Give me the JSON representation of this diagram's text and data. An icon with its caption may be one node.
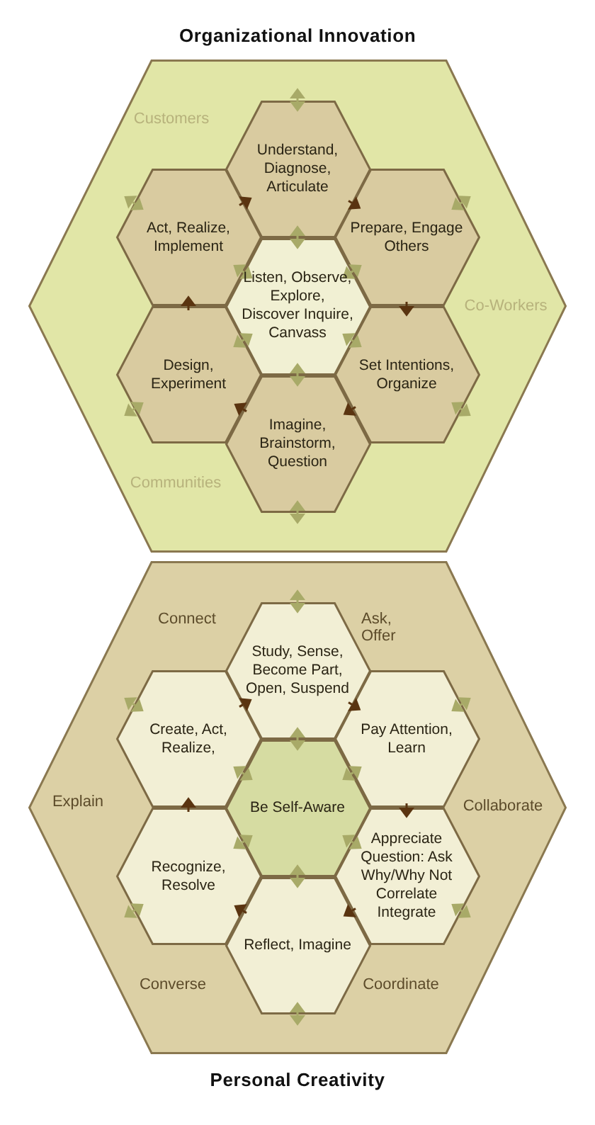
{
  "diagram": {
    "nodes": [
      {
        "text": [
          "Organizational Innovation",
          "Customers",
          "Co-Workers",
          "Communities"
        ]
      },
      {
        "text": [
          "Understand, Diagnose, Articulate"
        ],
        "in": 0
      },
      {
        "text": [
          "Act, Realize, Implement"
        ],
        "in": 0
      },
      {
        "text": [
          "Prepare, Engage Others"
        ],
        "in": 0
      },
      {
        "text": [
          "Listen, Observe, Explore, Discover Inquire, Canvass"
        ],
        "in": 0
      },
      {
        "text": [
          "Design, Experiment"
        ],
        "in": 0
      },
      {
        "text": [
          "Set Intentions, Organize"
        ],
        "in": 0
      },
      {
        "text": [
          "Imagine, Brainstorm, Question"
        ],
        "in": 0
      },
      {
        "text": [
          "Connect",
          "Ask, Offer",
          "Explain",
          "Collaborate",
          "Converse",
          "Coordinate",
          "Personal Creativity"
        ]
      },
      {
        "text": [
          "Study, Sense, Become Part, Open, Suspend"
        ],
        "in": 8
      },
      {
        "text": [
          "Create, Act, Realize,"
        ],
        "in": 8
      },
      {
        "text": [
          "Pay Attention, Learn"
        ],
        "in": 8
      },
      {
        "text": [
          "Be Self-Aware"
        ],
        "in": 8
      },
      {
        "text": [
          "Recognize, Resolve"
        ],
        "in": 8
      },
      {
        "text": [
          "Appreciate Question: Ask Why/Why Not Correlate Integrate"
        ],
        "in": 8
      },
      {
        "text": [
          "Reflect, Imagine"
        ],
        "in": 8
      }
    ],
    "edges": [
      {
        "from": 1,
        "to": 3,
        "arrow": "to",
        "color": "#5a3410"
      },
      {
        "from": 3,
        "to": 6,
        "arrow": "to",
        "color": "#5a3410"
      },
      {
        "from": 6,
        "to": 7,
        "arrow": "to",
        "color": "#5a3410"
      },
      {
        "from": 7,
        "to": 5,
        "arrow": "to",
        "color": "#5a3410"
      },
      {
        "from": 5,
        "to": 2,
        "arrow": "to",
        "color": "#5a3410"
      },
      {
        "from": 2,
        "to": 1,
        "arrow": "to",
        "color": "#5a3410"
      },
      {
        "from": 4,
        "to": 1,
        "arrow": "both"
      },
      {
        "from": 4,
        "to": 2,
        "arrow": "both"
      },
      {
        "from": 4,
        "to": 3,
        "arrow": "both"
      },
      {
        "from": 4,
        "to": 5,
        "arrow": "both"
      },
      {
        "from": 4,
        "to": 6,
        "arrow": "both"
      },
      {
        "from": 4,
        "to": 7,
        "arrow": "both"
      },
      {
        "from": 1,
        "to": null,
        "arrow": "both"
      },
      {
        "from": 2,
        "to": null,
        "arrow": "both"
      },
      {
        "from": 3,
        "to": null,
        "arrow": "both"
      },
      {
        "from": 5,
        "to": null,
        "arrow": "both"
      },
      {
        "from": 6,
        "to": null,
        "arrow": "both"
      },
      {
        "from": 7,
        "to": null,
        "arrow": "both"
      },
      {
        "from": 9,
        "to": 11,
        "arrow": "to",
        "color": "#5a3410"
      },
      {
        "from": 11,
        "to": 14,
        "arrow": "to",
        "color": "#5a3410"
      },
      {
        "from": 14,
        "to": 15,
        "arrow": "to",
        "color": "#5a3410"
      },
      {
        "from": 15,
        "to": 13,
        "arrow": "to",
        "color": "#5a3410"
      },
      {
        "from": 13,
        "to": 10,
        "arrow": "to",
        "color": "#5a3410"
      },
      {
        "from": 10,
        "to": 9,
        "arrow": "to",
        "color": "#5a3410"
      },
      {
        "from": 12,
        "to": 9,
        "arrow": "both"
      },
      {
        "from": 12,
        "to": 10,
        "arrow": "both"
      },
      {
        "from": 12,
        "to": 11,
        "arrow": "both"
      },
      {
        "from": 12,
        "to": 13,
        "arrow": "both"
      },
      {
        "from": 12,
        "to": 14,
        "arrow": "both"
      },
      {
        "from": 12,
        "to": 15,
        "arrow": "both"
      },
      {
        "from": 9,
        "to": null,
        "arrow": "both"
      },
      {
        "from": 10,
        "to": null,
        "arrow": "both"
      },
      {
        "from": 11,
        "to": null,
        "arrow": "both"
      },
      {
        "from": 13,
        "to": null,
        "arrow": "both"
      },
      {
        "from": 14,
        "to": null,
        "arrow": "both"
      },
      {
        "from": 15,
        "to": null,
        "arrow": "both"
      }
    ]
  }
}
